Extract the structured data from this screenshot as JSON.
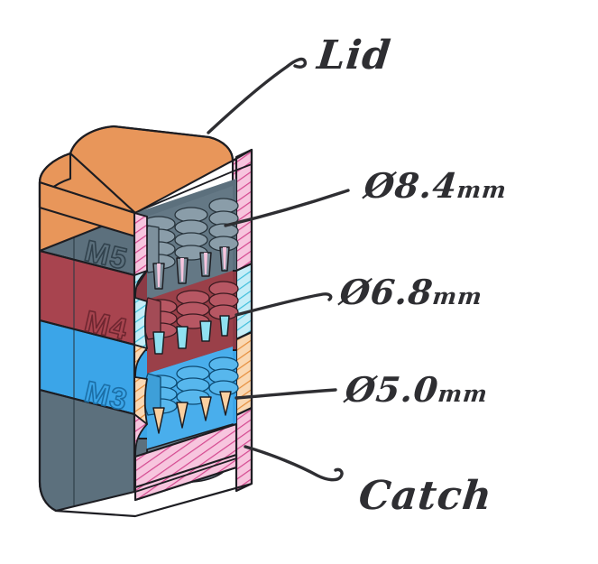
{
  "figure": {
    "type": "cad-cross-section-render",
    "background_color": "#ffffff",
    "ink_color": "#2e2e32",
    "description": "Sectioned CAD render of a stacked multi-thread container with handwritten annotations"
  },
  "model": {
    "lid": {
      "label": "lid",
      "color": "#E8965A"
    },
    "bands": [
      {
        "label": "M5",
        "color": "#5C707D",
        "thread_diameter": "8.4mm"
      },
      {
        "label": "M4",
        "color": "#A8444F",
        "thread_diameter": "6.8mm"
      },
      {
        "label": "M3",
        "color": "#3BA5E8",
        "thread_diameter": "5.0mm"
      }
    ],
    "base": {
      "label": "catch",
      "color": "#5C707D"
    },
    "section_hatch_colors": {
      "lid_wall": "#F4A8D0",
      "m4_wall": "#8FE0F0",
      "m3_wall": "#F2B37A",
      "base_wall": "#F4A8D0"
    }
  },
  "annotations": [
    {
      "id": "lid",
      "text": "Lid",
      "unit": ""
    },
    {
      "id": "d84",
      "text": "Ø8.4",
      "unit": "mm"
    },
    {
      "id": "d68",
      "text": "Ø6.8",
      "unit": "mm"
    },
    {
      "id": "d50",
      "text": "Ø5.0",
      "unit": "mm"
    },
    {
      "id": "catch",
      "text": "Catch",
      "unit": ""
    }
  ]
}
